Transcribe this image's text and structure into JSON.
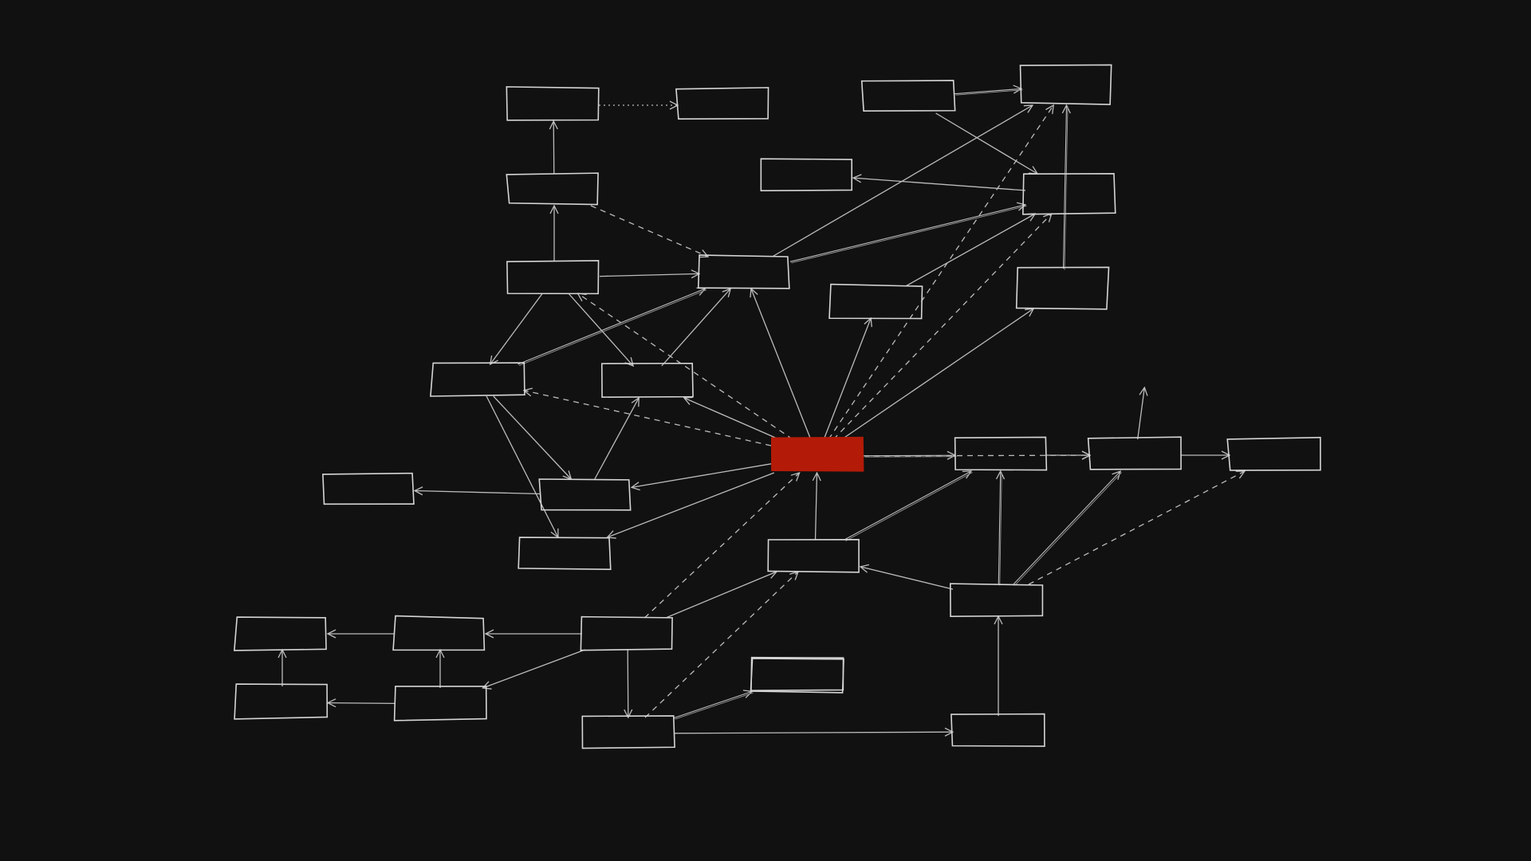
{
  "diagram": {
    "background": "#111111",
    "stroke_color": "#d6d6d6",
    "edge_color": "#bcbcbc",
    "focus_color": "#b31b08",
    "style": "hand-drawn dark theme",
    "nodes": [
      {
        "id": "n1",
        "focus": false
      },
      {
        "id": "n2",
        "focus": false
      },
      {
        "id": "n3",
        "focus": false
      },
      {
        "id": "n4",
        "focus": false
      },
      {
        "id": "n5",
        "focus": false
      },
      {
        "id": "n6",
        "focus": false
      },
      {
        "id": "n7",
        "focus": false
      },
      {
        "id": "n8",
        "focus": false
      },
      {
        "id": "n9",
        "focus": false
      },
      {
        "id": "n10",
        "focus": false
      },
      {
        "id": "n11",
        "focus": false
      },
      {
        "id": "n12",
        "focus": false
      },
      {
        "id": "n13",
        "focus": false
      },
      {
        "id": "center",
        "focus": true
      },
      {
        "id": "n15",
        "focus": false
      },
      {
        "id": "n16",
        "focus": false
      },
      {
        "id": "n17",
        "focus": false
      },
      {
        "id": "n18",
        "focus": false
      },
      {
        "id": "n19",
        "focus": false
      },
      {
        "id": "n20",
        "focus": false
      },
      {
        "id": "n21",
        "focus": false
      },
      {
        "id": "n22",
        "focus": false
      },
      {
        "id": "n23",
        "focus": false
      },
      {
        "id": "n24",
        "focus": false
      },
      {
        "id": "n25",
        "focus": false
      },
      {
        "id": "n26",
        "focus": false
      },
      {
        "id": "n27",
        "focus": false
      },
      {
        "id": "n28",
        "focus": false
      },
      {
        "id": "n29",
        "focus": false
      },
      {
        "id": "n30",
        "focus": false
      },
      {
        "id": "n31",
        "focus": false
      }
    ],
    "edges": [
      {
        "from": "n4",
        "to": "n1",
        "style": "solid"
      },
      {
        "from": "n1",
        "to": "n2",
        "style": "dotted"
      },
      {
        "from": "n3",
        "to": "n5",
        "style": "double"
      },
      {
        "from": "n3",
        "to": "n7",
        "style": "solid"
      },
      {
        "from": "n7",
        "to": "n6",
        "style": "solid"
      },
      {
        "from": "n8",
        "to": "n4",
        "style": "solid"
      },
      {
        "from": "n4",
        "to": "n9",
        "style": "dashed"
      },
      {
        "from": "n8",
        "to": "n9",
        "style": "solid"
      },
      {
        "from": "n9",
        "to": "n5",
        "style": "solid"
      },
      {
        "from": "n9",
        "to": "n7",
        "style": "double"
      },
      {
        "from": "n11",
        "to": "n5",
        "style": "double"
      },
      {
        "from": "n10",
        "to": "n7",
        "style": "solid"
      },
      {
        "from": "n8",
        "to": "n12",
        "style": "solid"
      },
      {
        "from": "n8",
        "to": "n13",
        "style": "solid"
      },
      {
        "from": "n12",
        "to": "n9",
        "style": "double"
      },
      {
        "from": "n13",
        "to": "n9",
        "style": "solid"
      },
      {
        "from": "n12",
        "to": "n19",
        "style": "solid"
      },
      {
        "from": "n12",
        "to": "n20",
        "style": "solid"
      },
      {
        "from": "n19",
        "to": "n18",
        "style": "solid"
      },
      {
        "from": "n19",
        "to": "n13",
        "style": "solid"
      },
      {
        "from": "center",
        "to": "n9",
        "style": "solid"
      },
      {
        "from": "center",
        "to": "n5",
        "style": "dashed"
      },
      {
        "from": "center",
        "to": "n11",
        "style": "solid"
      },
      {
        "from": "center",
        "to": "n7",
        "style": "dashed"
      },
      {
        "from": "center",
        "to": "n10",
        "style": "solid"
      },
      {
        "from": "center",
        "to": "n13",
        "style": "solid"
      },
      {
        "from": "center",
        "to": "n12",
        "style": "dashed"
      },
      {
        "from": "center",
        "to": "n8",
        "style": "dashed"
      },
      {
        "from": "center",
        "to": "n19",
        "style": "solid"
      },
      {
        "from": "center",
        "to": "n20",
        "style": "solid"
      },
      {
        "from": "center",
        "to": "n15",
        "style": "double"
      },
      {
        "from": "center",
        "to": "n16",
        "style": "dashed"
      },
      {
        "from": "n15",
        "to": "n16",
        "style": "solid"
      },
      {
        "from": "n16",
        "to": "n14",
        "style": "solid"
      },
      {
        "from": "n16",
        "to": "n17",
        "style": "solid"
      },
      {
        "from": "n21",
        "to": "center",
        "style": "solid"
      },
      {
        "from": "n21",
        "to": "n15",
        "style": "double"
      },
      {
        "from": "n22",
        "to": "n21",
        "style": "solid"
      },
      {
        "from": "n22",
        "to": "n15",
        "style": "double"
      },
      {
        "from": "n22",
        "to": "n16",
        "style": "double"
      },
      {
        "from": "n22",
        "to": "n17",
        "style": "dashed"
      },
      {
        "from": "n25",
        "to": "center",
        "style": "dashed"
      },
      {
        "from": "n25",
        "to": "n21",
        "style": "solid"
      },
      {
        "from": "n25",
        "to": "n24",
        "style": "solid"
      },
      {
        "from": "n25",
        "to": "n28",
        "style": "solid"
      },
      {
        "from": "n25",
        "to": "n29",
        "style": "solid"
      },
      {
        "from": "n29",
        "to": "n21",
        "style": "dashed"
      },
      {
        "from": "n29",
        "to": "n30",
        "style": "double"
      },
      {
        "from": "n29",
        "to": "n31",
        "style": "solid"
      },
      {
        "from": "n31",
        "to": "n22",
        "style": "solid"
      },
      {
        "from": "n24",
        "to": "n23",
        "style": "solid"
      },
      {
        "from": "n28",
        "to": "n24",
        "style": "solid"
      },
      {
        "from": "n28",
        "to": "n27",
        "style": "solid"
      },
      {
        "from": "n27",
        "to": "n23",
        "style": "solid"
      }
    ]
  }
}
